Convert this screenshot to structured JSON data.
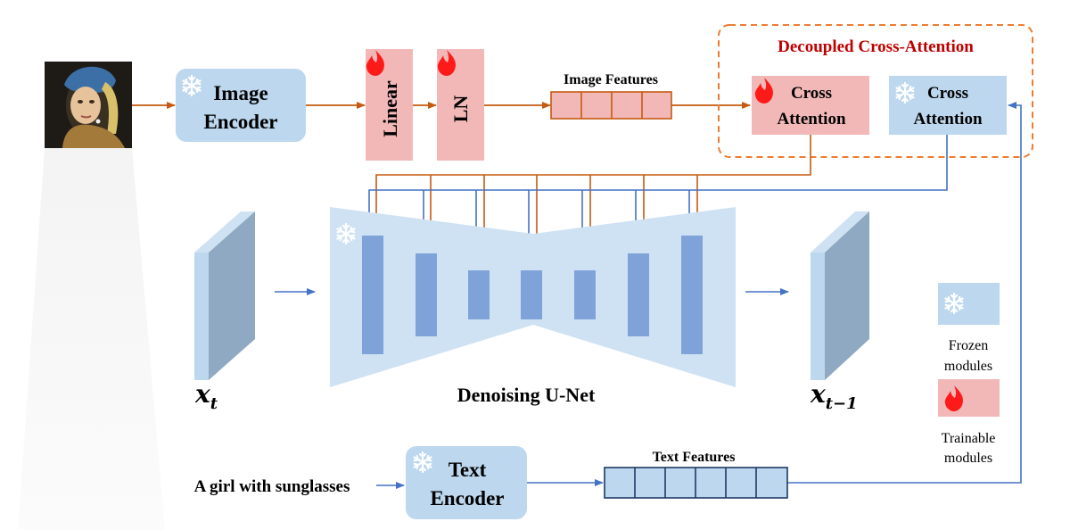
{
  "title": "Decoupled Cross-Attention",
  "image_encoder": {
    "line1": "Image",
    "line2": "Encoder"
  },
  "linear_label": "Linear",
  "ln_label": "LN",
  "image_features_label": "Image Features",
  "cross_attention_trainable": {
    "line1": "Cross",
    "line2": "Attention"
  },
  "cross_attention_frozen": {
    "line1": "Cross",
    "line2": "Attention"
  },
  "x_t": {
    "base": "x",
    "sub": "t"
  },
  "x_t_minus_1": {
    "base": "x",
    "sub": "t−1"
  },
  "unet_label": "Denoising U-Net",
  "text_prompt": "A girl with sunglasses",
  "text_encoder": {
    "line1": "Text",
    "line2": "Encoder"
  },
  "text_features_label": "Text Features",
  "legend": {
    "frozen": {
      "line1": "Frozen",
      "line2": "modules"
    },
    "trainable": {
      "line1": "Trainable",
      "line2": "modules"
    }
  },
  "colors": {
    "frozen_fill": "#bcd7ee",
    "trainable_fill": "#f2b8b8",
    "unet_fill": "#cfe2f3",
    "unet_block": "#7fa3d9",
    "orange_arrow": "#c55a11",
    "blue_arrow": "#4472c4",
    "title_red": "#c00000",
    "dashed_border": "#ed7d31",
    "flame": "#ff1a1a"
  },
  "icons": [
    "painting-thumbnail",
    "snowflake-icon",
    "flame-icon"
  ]
}
